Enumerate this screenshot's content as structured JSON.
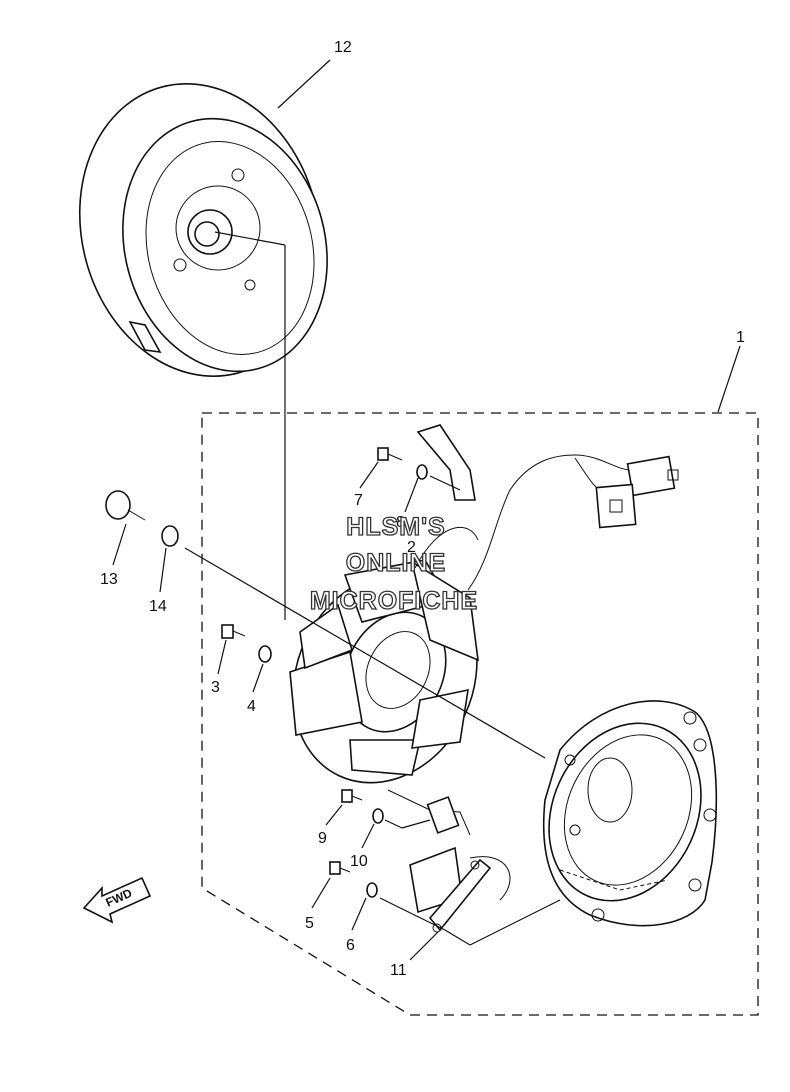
{
  "watermark": {
    "line1": "HLSM'S",
    "line2": "ONLINE",
    "line3": "MICROFICHE"
  },
  "fwd_label": "FWD",
  "callouts": {
    "c1": "1",
    "c2": "2",
    "c3": "3",
    "c4": "4",
    "c5": "5",
    "c6": "6",
    "c7": "7",
    "c8": "8",
    "c9": "9",
    "c10": "10",
    "c11": "11",
    "c12": "12",
    "c13": "13",
    "c14": "14"
  }
}
